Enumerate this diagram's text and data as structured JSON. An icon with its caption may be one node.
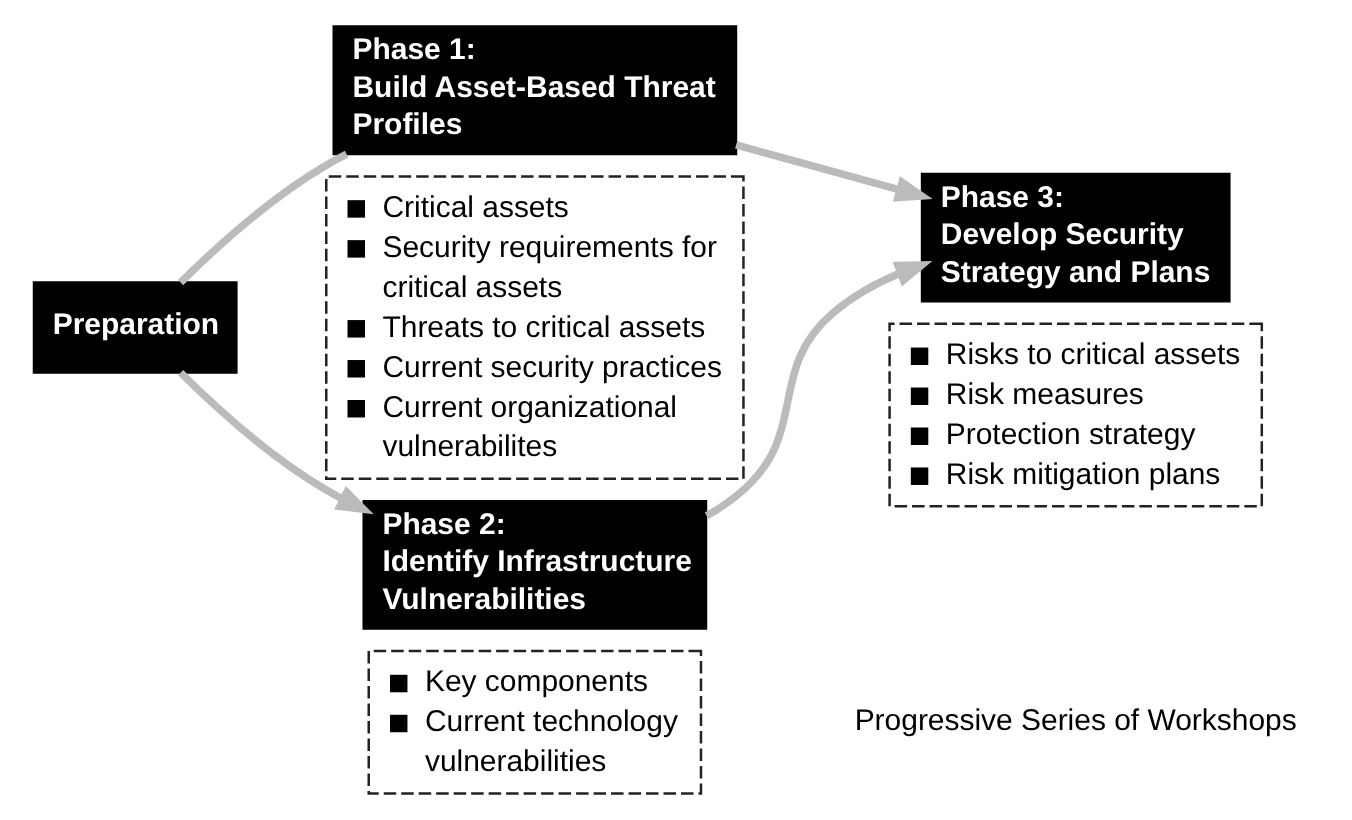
{
  "diagram": {
    "nodes": [
      {
        "text": [
          "Preparation"
        ]
      },
      {
        "text": [
          "Phase 1:",
          "Build Asset-Based Threat Profiles"
        ]
      },
      {
        "text": [
          "Critical assets",
          "Security requirements for critical assets",
          "Threats to critical assets",
          "Current security practices",
          "Current organizational vulnerabilites"
        ]
      },
      {
        "text": [
          "Phase 2:",
          "Identify Infrastructure Vulnerabilities"
        ]
      },
      {
        "text": [
          "Key components",
          "Current technology vulnerabilities"
        ]
      },
      {
        "text": [
          "Phase 3:",
          "Develop Security Strategy and Plans"
        ]
      },
      {
        "text": [
          "Risks to critical assets",
          "Risk measures",
          "Protection strategy",
          "Risk mitigation plans"
        ]
      }
    ],
    "edges": [
      {
        "from": 0,
        "to": 1,
        "arrow": "none"
      },
      {
        "from": 0,
        "to": 3,
        "arrow": "to"
      },
      {
        "from": 1,
        "to": 5,
        "arrow": "to"
      },
      {
        "from": 3,
        "to": 5,
        "arrow": "to"
      }
    ],
    "labels": [
      "Progressive Series of Workshops"
    ]
  }
}
